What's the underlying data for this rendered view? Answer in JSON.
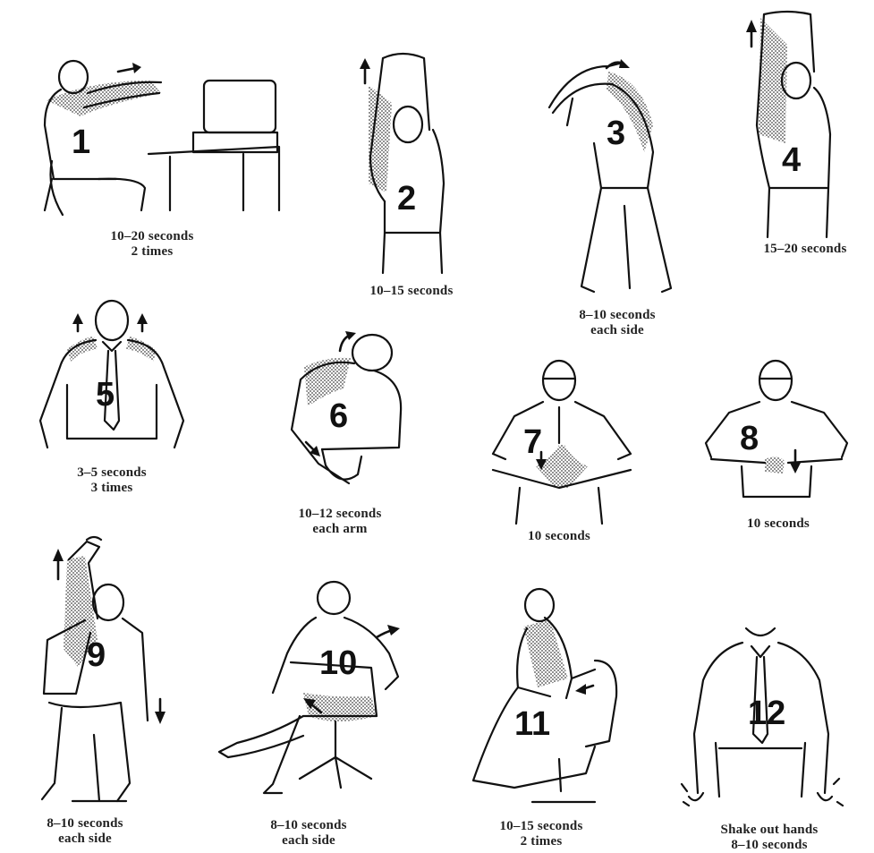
{
  "exercises": [
    {
      "number": "1",
      "lines": [
        "10–20 seconds",
        "2 times"
      ]
    },
    {
      "number": "2",
      "lines": [
        "10–15 seconds"
      ]
    },
    {
      "number": "3",
      "lines": [
        "8–10 seconds",
        "each side"
      ]
    },
    {
      "number": "4",
      "lines": [
        "15–20 seconds"
      ]
    },
    {
      "number": "5",
      "lines": [
        "3–5 seconds",
        "3 times"
      ]
    },
    {
      "number": "6",
      "lines": [
        "10–12 seconds",
        "each arm"
      ]
    },
    {
      "number": "7",
      "lines": [
        "10 seconds"
      ]
    },
    {
      "number": "8",
      "lines": [
        "10 seconds"
      ]
    },
    {
      "number": "9",
      "lines": [
        "8–10 seconds",
        "each side"
      ]
    },
    {
      "number": "10",
      "lines": [
        "8–10 seconds",
        "each side"
      ]
    },
    {
      "number": "11",
      "lines": [
        "10–15 seconds",
        "2 times"
      ]
    },
    {
      "number": "12",
      "lines": [
        "Shake out hands",
        "8–10 seconds"
      ]
    }
  ]
}
